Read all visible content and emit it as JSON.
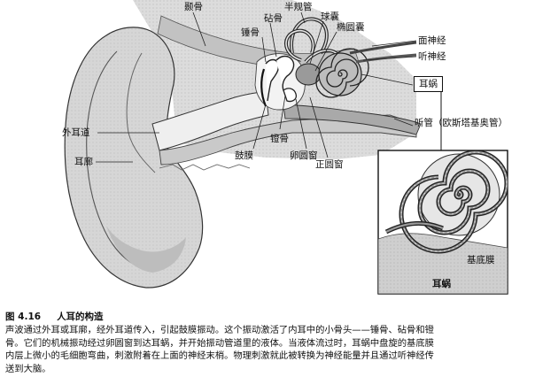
{
  "labels": {
    "temporal_bone": "颞骨",
    "anvil": "砧骨",
    "semicircular_canals": "半规管",
    "hammer": "锤骨",
    "saccule": "球囊",
    "utricle": "椭圆囊",
    "facial_nerve": "面神经",
    "auditory_nerve": "听神经",
    "cochlea": "耳蜗",
    "ear_canal": "外耳道",
    "pinna": "耳廓",
    "eustachian_tube": "听管（欧斯塔基奥管）",
    "stirrup": "镫骨",
    "eardrum": "鼓膜",
    "oval_window": "卵圆窗",
    "round_window": "正圆窗",
    "basilar_membrane": "基底膜",
    "inset_title": "耳蜗"
  },
  "figure": {
    "number": "图 4.16",
    "title": "人耳的构造",
    "caption": "声波通过外耳或耳廓，经外耳道传入，引起鼓膜振动。这个振动激活了内耳中的小骨头——锤骨、砧骨和镫骨。它们的机械振动经过卵圆窗到达耳蜗，并开始振动管道里的液体。当液体流过时，耳蜗中盘旋的基底膜内层上微小的毛细胞弯曲，刺激附着在上面的神经末梢。物理刺激就此被转换为神经能量并且通过听神经传送到大脑。"
  },
  "colors": {
    "tissue": "#d9d9d9",
    "bone": "#b5b5b5",
    "dark_tissue": "#8a8a8a",
    "outline": "#222222"
  }
}
